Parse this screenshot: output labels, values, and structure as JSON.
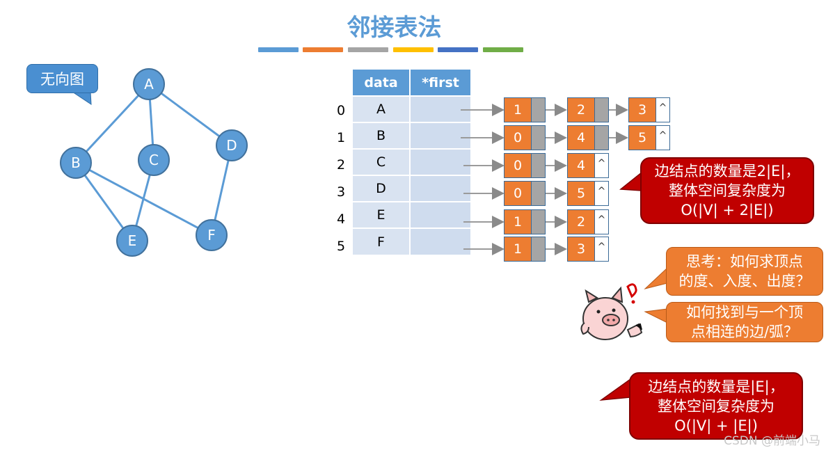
{
  "title": "邻接表法",
  "color_bar": [
    "#5b9bd5",
    "#ed7d31",
    "#a5a5a5",
    "#ffc000",
    "#4472c4",
    "#70ad47"
  ],
  "callout_undirected": "无向图",
  "graph": {
    "nodes": [
      "A",
      "B",
      "C",
      "D",
      "E",
      "F"
    ],
    "edges": [
      [
        "A",
        "B"
      ],
      [
        "A",
        "C"
      ],
      [
        "A",
        "D"
      ],
      [
        "B",
        "E"
      ],
      [
        "B",
        "F"
      ],
      [
        "C",
        "E"
      ],
      [
        "D",
        "F"
      ]
    ]
  },
  "table": {
    "headers": [
      "data",
      "*first"
    ],
    "indices": [
      "0",
      "1",
      "2",
      "3",
      "4",
      "5"
    ],
    "rows": [
      "A",
      "B",
      "C",
      "D",
      "E",
      "F"
    ]
  },
  "lists": [
    [
      {
        "v": "1",
        "next": ""
      },
      {
        "v": "2",
        "next": ""
      },
      {
        "v": "3",
        "next": "^"
      }
    ],
    [
      {
        "v": "0",
        "next": ""
      },
      {
        "v": "4",
        "next": ""
      },
      {
        "v": "5",
        "next": "^"
      }
    ],
    [
      {
        "v": "0",
        "next": ""
      },
      {
        "v": "4",
        "next": "^"
      }
    ],
    [
      {
        "v": "0",
        "next": ""
      },
      {
        "v": "5",
        "next": "^"
      }
    ],
    [
      {
        "v": "1",
        "next": ""
      },
      {
        "v": "2",
        "next": "^"
      }
    ],
    [
      {
        "v": "1",
        "next": ""
      },
      {
        "v": "3",
        "next": "^"
      }
    ]
  ],
  "callout_edge_2e": "边结点的数量是2|E|，\n整体空间复杂度为\nO(|V| + 2|E|)",
  "callout_think_degree": "思考：如何求顶点\n的度、入度、出度？",
  "callout_think_edges": "如何找到与一个顶\n点相连的边/弧？",
  "callout_edge_e": "边结点的数量是|E|，\n整体空间复杂度为\nO(|V| + |E|)",
  "watermark": "CSDN @前端小马",
  "colors": {
    "accent": "#5b9bd5",
    "node_value": "#ed7d31",
    "pointer": "#a5a5a5",
    "callout_red": "#c00000",
    "callout_orange": "#ed7d31"
  }
}
